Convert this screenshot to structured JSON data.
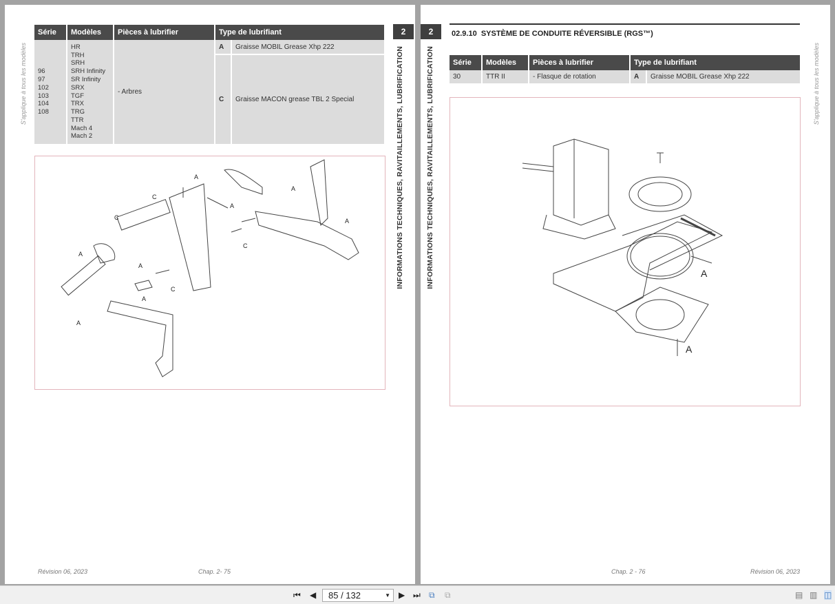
{
  "left_page": {
    "side_note": "S'applique à tous les modèles",
    "chapter_tab": "2",
    "chapter_title": "INFORMATIONS TECHNIQUES, RAVITAILLEMENTS, LUBRIFICATION",
    "table": {
      "headers": [
        "Série",
        "Modèles",
        "Pièces à lubrifier",
        "Type de lubrifiant"
      ],
      "series": [
        "96",
        "97",
        "102",
        "103",
        "104",
        "108"
      ],
      "models": [
        "HR",
        "TRH",
        "SRH",
        "SRH Infinity",
        "SR Infinity",
        "SRX",
        "TGF",
        "TRX",
        "TRG",
        "TTR",
        "Mach 4",
        "Mach 2"
      ],
      "parts": "- Arbres",
      "lubricants": [
        {
          "code": "A",
          "name": "Graisse MOBIL Grease Xhp 222"
        },
        {
          "code": "C",
          "name": "Graisse MACON grease TBL 2 Special"
        }
      ]
    },
    "figure_labels": [
      "A",
      "C"
    ],
    "footer_left": "Révision 06, 2023",
    "footer_center": "Chap. 2- 75"
  },
  "right_page": {
    "chapter_tab": "2",
    "chapter_title": "INFORMATIONS TECHNIQUES, RAVITAILLEMENTS, LUBRIFICATION",
    "section_title": "02.9.10  SYSTÈME DE CONDUITE RÉVERSIBLE (RGS™)",
    "side_note": "S'applique à tous les modèles",
    "table": {
      "headers": [
        "Série",
        "Modèles",
        "Pièces à lubrifier",
        "Type de lubrifiant"
      ],
      "row": {
        "series": "30",
        "models": "TTR II",
        "parts": "- Flasque de rotation",
        "code": "A",
        "lubricant": "Graisse MOBIL Grease Xhp 222"
      }
    },
    "figure_label": "A",
    "footer_center": "Chap. 2 - 76",
    "footer_right": "Révision 06, 2023"
  },
  "toolbar": {
    "page_indicator": "85 / 132",
    "icons": [
      "first-page-icon",
      "prev-page-icon",
      "next-page-icon",
      "last-page-icon",
      "insert-page-icon",
      "extract-page-icon",
      "single-page-view-icon",
      "continuous-view-icon",
      "two-page-view-icon"
    ]
  }
}
